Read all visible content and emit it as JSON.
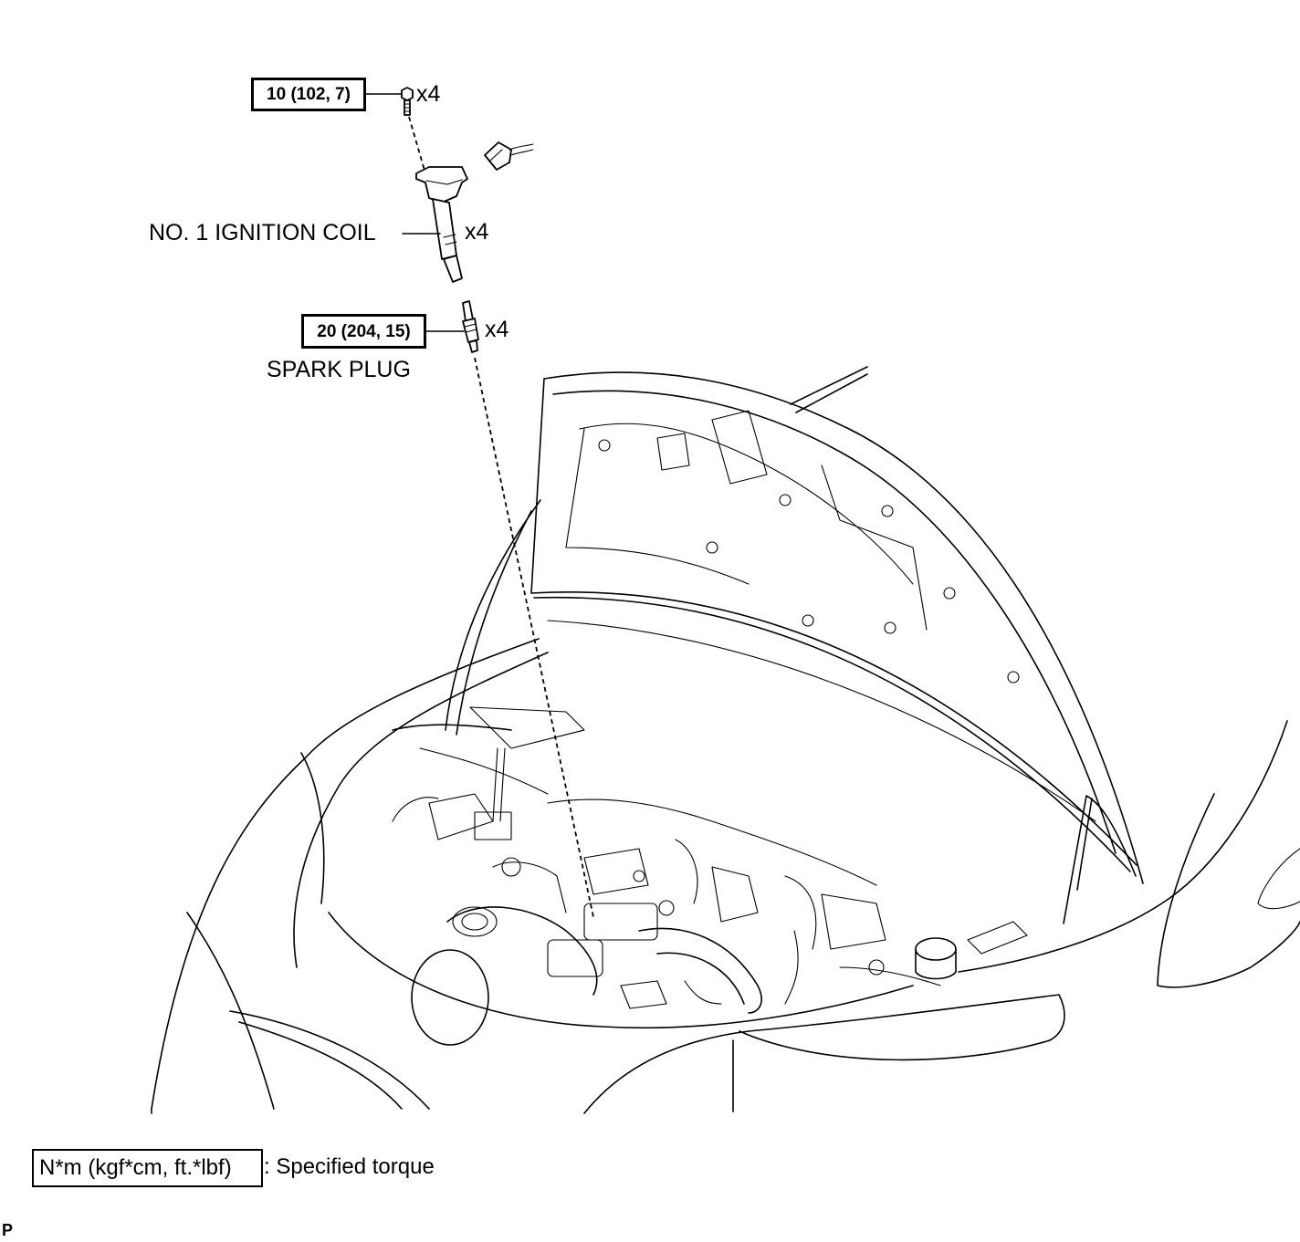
{
  "callouts": {
    "bolt": {
      "torque": "10 (102, 7)",
      "quantity": "x4"
    },
    "ignition_coil": {
      "label": "NO. 1 IGNITION COIL",
      "quantity": "x4"
    },
    "spark_plug": {
      "torque": "20 (204, 15)",
      "quantity": "x4",
      "label": "SPARK PLUG"
    }
  },
  "legend": {
    "unit_box": "N*m (kgf*cm, ft.*lbf)",
    "description": ": Specified torque"
  },
  "corner_code": "P"
}
